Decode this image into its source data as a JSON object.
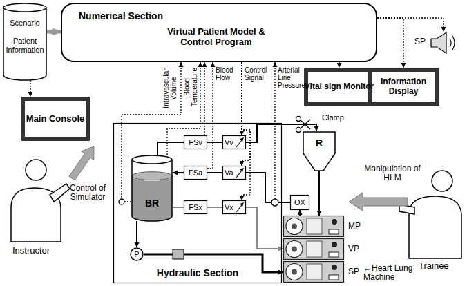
{
  "diagram": {
    "nodes": [
      {
        "text": [
          "Scenario",
          "Patient Information"
        ]
      },
      {
        "text": [
          "Numerical Section",
          "Virtual Patient Model & Control Program"
        ]
      },
      {
        "text": [
          "SP"
        ]
      },
      {
        "text": [
          "Vital sign Monitor"
        ]
      },
      {
        "text": [
          "Information Display"
        ]
      },
      {
        "text": [
          "Main Console"
        ]
      },
      {
        "text": [
          "Hydraulic Section"
        ]
      },
      {
        "text": [
          "BR"
        ],
        "in": 6
      },
      {
        "text": [
          "P"
        ],
        "in": 6
      },
      {
        "text": [
          "FSv"
        ],
        "in": 6
      },
      {
        "text": [
          "FSa"
        ],
        "in": 6
      },
      {
        "text": [
          "FSx"
        ],
        "in": 6
      },
      {
        "text": [
          "Vv"
        ],
        "in": 6
      },
      {
        "text": [
          "Va"
        ],
        "in": 6
      },
      {
        "text": [
          "Vx"
        ],
        "in": 6
      },
      {
        "text": [
          "R"
        ]
      },
      {
        "text": [
          "OX"
        ]
      },
      {
        "text": [
          "MP"
        ]
      },
      {
        "text": [
          "VP"
        ]
      },
      {
        "text": [
          "SP"
        ]
      }
    ],
    "edges": [
      {
        "from": 0,
        "to": 1,
        "arrow": "both"
      },
      {
        "from": 1,
        "to": 2,
        "arrow": "to"
      },
      {
        "from": 1,
        "to": 3,
        "arrow": "to"
      },
      {
        "from": 1,
        "to": 4,
        "arrow": "to"
      },
      {
        "from": 0,
        "to": 5,
        "arrow": "to"
      },
      {
        "from": 7,
        "to": 1,
        "arrow": "to"
      },
      {
        "from": 7,
        "to": 1,
        "arrow": "to"
      },
      {
        "from": 9,
        "to": 1,
        "arrow": "to"
      },
      {
        "from": 10,
        "to": 1,
        "arrow": "to"
      },
      {
        "from": 1,
        "to": 12,
        "arrow": "to"
      },
      {
        "from": 1,
        "to": 13,
        "arrow": "to"
      },
      {
        "from": 1,
        "to": 14,
        "arrow": "to"
      },
      {
        "from": 7,
        "to": 9,
        "arrow": "none"
      },
      {
        "from": 9,
        "to": 12,
        "arrow": "none"
      },
      {
        "from": 12,
        "to": 15,
        "arrow": "to"
      },
      {
        "from": 15,
        "to": 17,
        "arrow": "to"
      },
      {
        "from": 17,
        "to": 16,
        "arrow": "to"
      },
      {
        "from": 16,
        "to": 13,
        "arrow": "none"
      },
      {
        "from": 13,
        "to": 10,
        "arrow": "none"
      },
      {
        "from": 10,
        "to": 7,
        "arrow": "to"
      },
      {
        "from": 7,
        "to": 11,
        "arrow": "none"
      },
      {
        "from": 11,
        "to": 14,
        "arrow": "none"
      },
      {
        "from": 14,
        "to": 18,
        "arrow": "to"
      },
      {
        "from": 7,
        "to": 8,
        "arrow": "to"
      },
      {
        "from": 8,
        "to": 19,
        "arrow": "to"
      }
    ],
    "labels": [
      "Intravascular Volume",
      "Blood Temperature",
      "Blood Flow",
      "Control Signal",
      "Arterial Line Pressure",
      "Clamp",
      "Control of Simulator",
      "Instructor",
      "Manipulation of HLM",
      "Trainee",
      "←Heart Lung Machine"
    ]
  }
}
